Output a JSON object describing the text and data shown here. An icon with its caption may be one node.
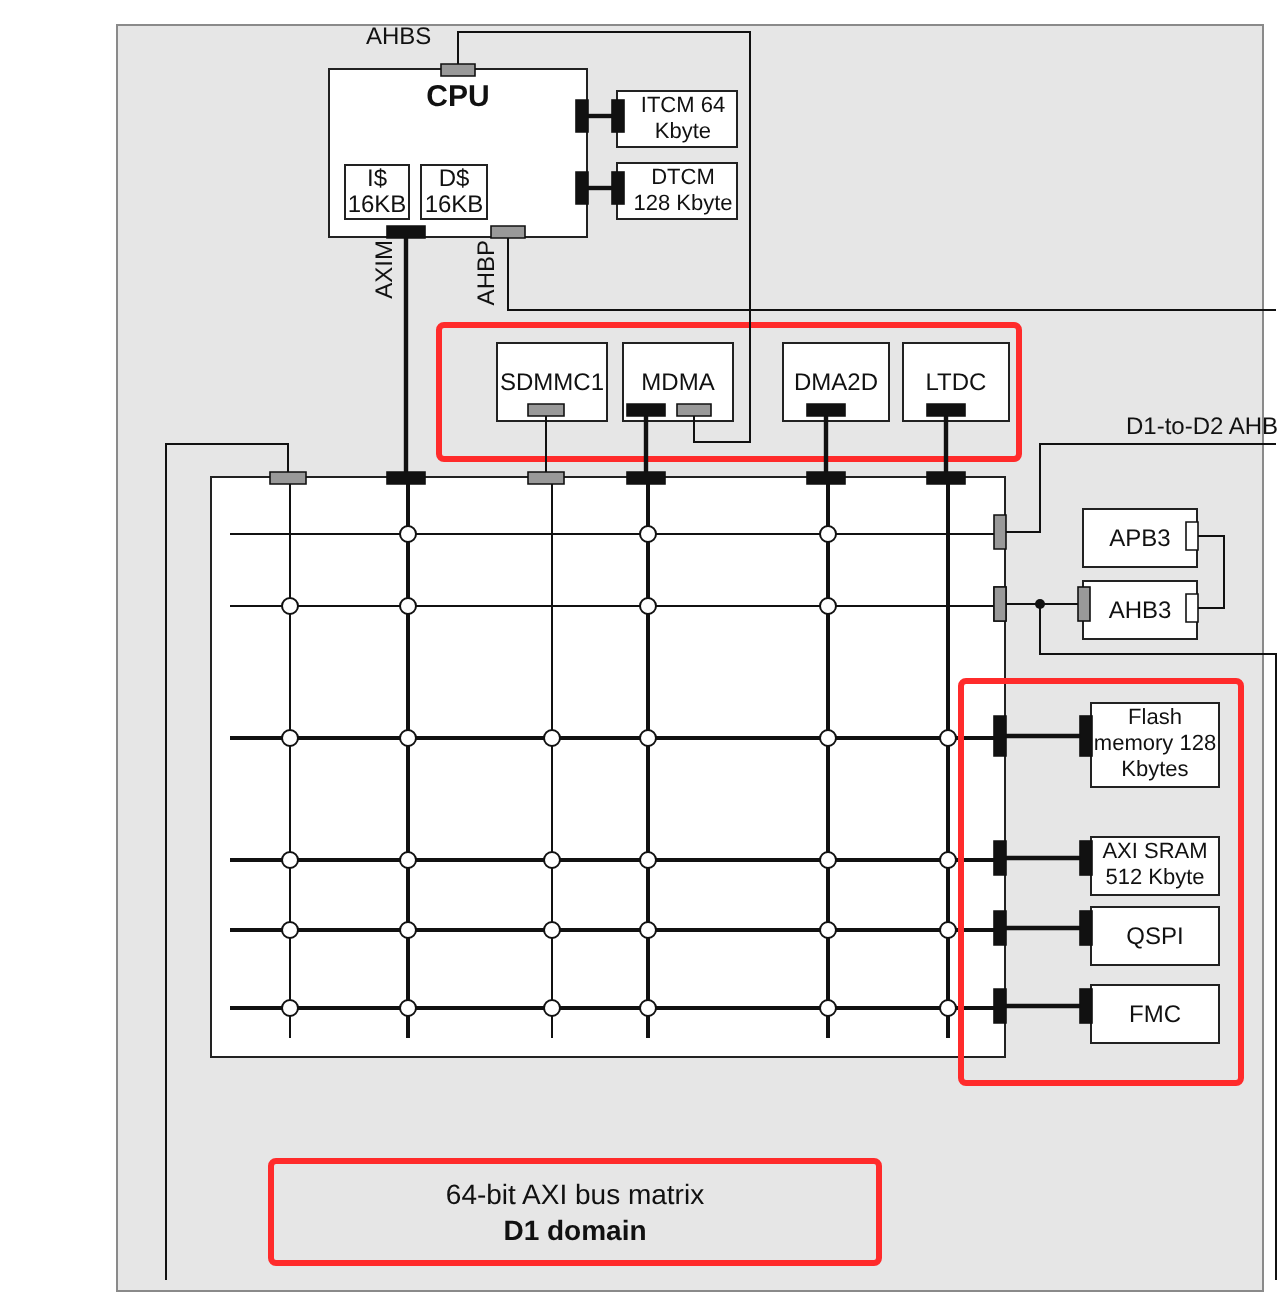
{
  "diagram": {
    "nodes": [
      {
        "text": [],
        "shape": "box"
      },
      {
        "text": [
          "CPU"
        ],
        "in": 0
      },
      {
        "text": [
          "I$ 16KB"
        ],
        "in": 1
      },
      {
        "text": [
          "D$ 16KB"
        ],
        "in": 1
      },
      {
        "text": [
          "ITCM 64 Kbyte"
        ],
        "in": 0
      },
      {
        "text": [
          "DTCM 128 Kbyte"
        ],
        "in": 0
      },
      {
        "text": [],
        "shape": "box",
        "in": 0
      },
      {
        "text": [
          "SDMMC1"
        ],
        "in": 6
      },
      {
        "text": [
          "MDMA"
        ],
        "in": 6
      },
      {
        "text": [
          "DMA2D"
        ],
        "in": 6
      },
      {
        "text": [
          "LTDC"
        ],
        "in": 6
      },
      {
        "text": [],
        "shape": "box",
        "in": 0
      },
      {
        "text": [
          "APB3"
        ],
        "in": 0
      },
      {
        "text": [
          "AHB3"
        ],
        "in": 0
      },
      {
        "text": [],
        "shape": "box",
        "in": 0
      },
      {
        "text": [
          "Flash memory 128 Kbytes"
        ],
        "in": 14
      },
      {
        "text": [
          "AXI SRAM 512 Kbyte"
        ],
        "in": 14
      },
      {
        "text": [
          "QSPI"
        ],
        "in": 14
      },
      {
        "text": [
          "FMC"
        ],
        "in": 14
      },
      {
        "text": [
          "64-bit AXI bus matrix",
          "D1 domain"
        ],
        "in": 0
      }
    ],
    "edges": [
      {
        "from": 1,
        "to": 4,
        "arrow": "other"
      },
      {
        "from": 1,
        "to": 5,
        "arrow": "other"
      },
      {
        "from": 1,
        "to": 11,
        "arrow": "other",
        "label": "AXIM"
      },
      {
        "from": 1,
        "to": null,
        "arrow": "other",
        "label": "AHBP"
      },
      {
        "from": 1,
        "to": 8,
        "arrow": "other",
        "label": "AHBS"
      },
      {
        "from": 7,
        "to": 11,
        "arrow": "other"
      },
      {
        "from": 8,
        "to": 11,
        "arrow": "other"
      },
      {
        "from": 9,
        "to": 11,
        "arrow": "other"
      },
      {
        "from": 10,
        "to": 11,
        "arrow": "other"
      },
      {
        "from": 11,
        "to": null,
        "arrow": "other",
        "label": "D1-to-D2 AHB"
      },
      {
        "from": 11,
        "to": 13,
        "arrow": "other"
      },
      {
        "from": 11,
        "to": null,
        "arrow": "other"
      },
      {
        "from": 13,
        "to": 12,
        "arrow": "other"
      },
      {
        "from": 11,
        "to": 15,
        "arrow": "other"
      },
      {
        "from": 11,
        "to": 16,
        "arrow": "other"
      },
      {
        "from": 11,
        "to": 17,
        "arrow": "other"
      },
      {
        "from": 11,
        "to": 18,
        "arrow": "other"
      },
      {
        "from": 11,
        "to": null,
        "arrow": "other"
      }
    ]
  }
}
